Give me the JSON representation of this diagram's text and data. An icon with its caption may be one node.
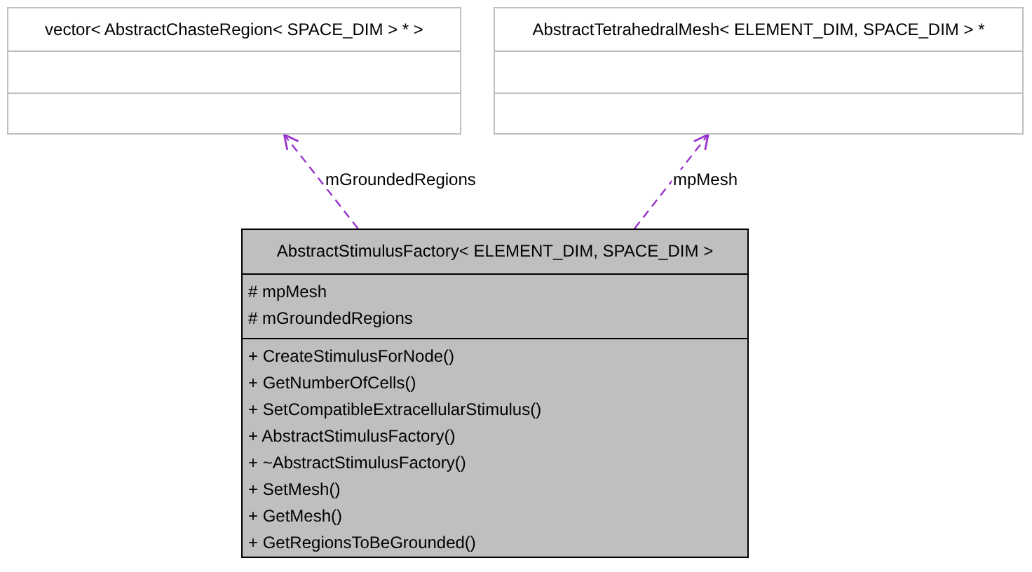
{
  "diagram": {
    "nodes": [
      {
        "text": [
          "vector< AbstractChasteRegion< SPACE_DIM > * >"
        ]
      },
      {
        "text": [],
        "shape": "box",
        "in": 0
      },
      {
        "text": [],
        "shape": "box",
        "in": 0
      },
      {
        "text": [
          "AbstractTetrahedralMesh< ELEMENT_DIM, SPACE_DIM > *"
        ]
      },
      {
        "text": [],
        "shape": "box",
        "in": 3
      },
      {
        "text": [],
        "shape": "box",
        "in": 3
      },
      {
        "text": [
          "AbstractStimulusFactory< ELEMENT_DIM, SPACE_DIM >"
        ]
      },
      {
        "text": [
          "# mpMesh",
          "# mGroundedRegions"
        ],
        "in": 6
      },
      {
        "text": [
          "+ CreateStimulusForNode()",
          "+ GetNumberOfCells()",
          "+ SetCompatibleExtracellularStimulus()",
          "+ AbstractStimulusFactory()",
          "+ ~AbstractStimulusFactory()",
          "+ SetMesh()",
          "+ GetMesh()",
          "+ GetRegionsToBeGrounded()"
        ],
        "in": 6
      }
    ],
    "edges": [
      {
        "from": 6,
        "to": 0,
        "arrow": "to",
        "label": "mGroundedRegions",
        "style": "dashed"
      },
      {
        "from": 6,
        "to": 3,
        "arrow": "to",
        "label": "mpMesh",
        "style": "dashed"
      }
    ]
  }
}
